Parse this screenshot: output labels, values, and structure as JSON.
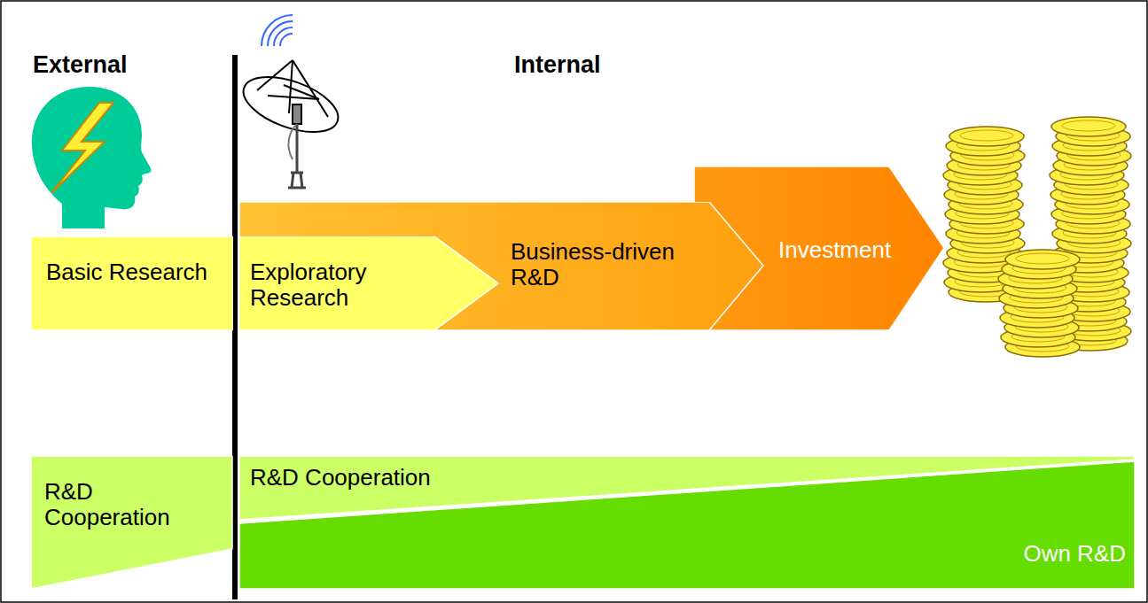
{
  "diagram": {
    "nodes": [
      {
        "text": [
          "Basic Research"
        ]
      },
      {
        "text": [
          "Exploratory Research"
        ]
      },
      {
        "text": [
          "Business-driven R&D"
        ]
      },
      {
        "text": [
          "Investment"
        ]
      },
      {
        "text": [
          "R&D Cooperation"
        ]
      },
      {
        "text": [
          "R&D Cooperation"
        ]
      },
      {
        "text": [
          "Own R&D"
        ]
      }
    ],
    "labels": [
      "External",
      "Internal"
    ]
  }
}
